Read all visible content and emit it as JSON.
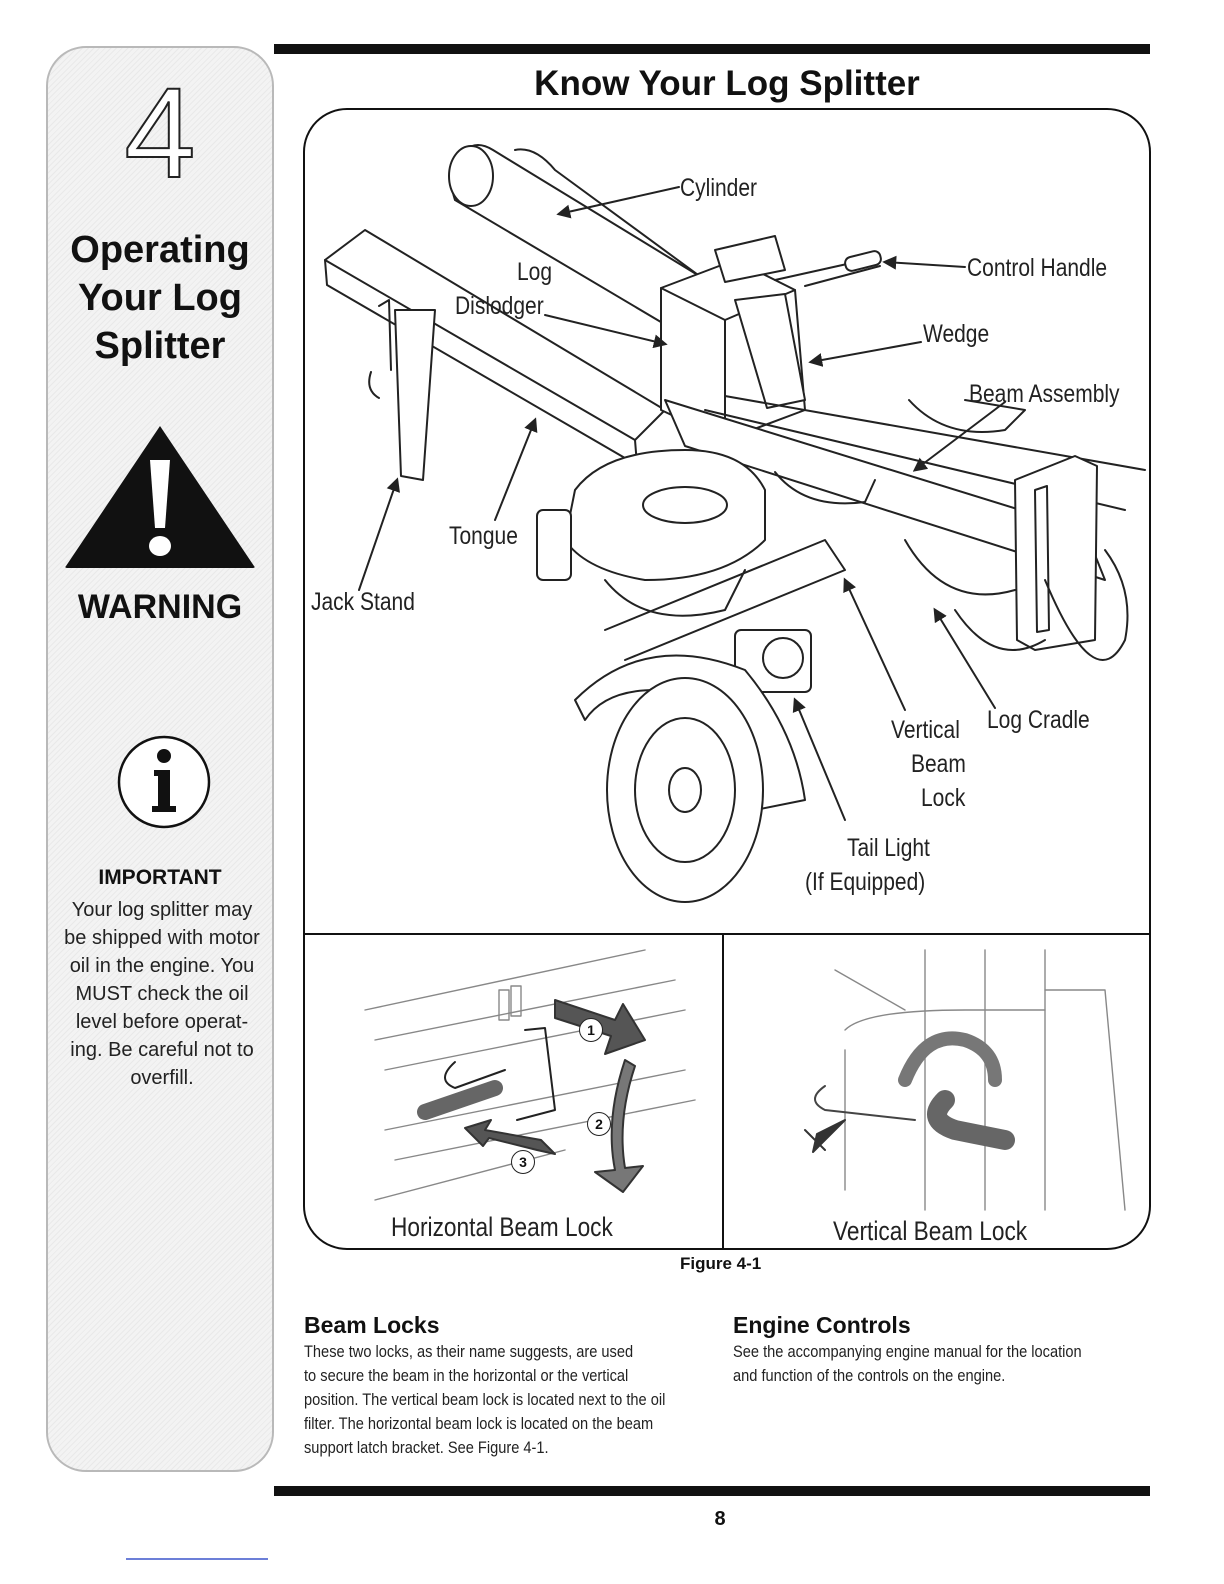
{
  "sidebar": {
    "chapter_number": "4",
    "title_lines": [
      "Operating",
      "Your Log",
      "Splitter"
    ],
    "warning_label": "WARNING",
    "important_label": "IMPORTANT",
    "important_text": "Your log splitter may be shipped with motor oil in the engine. You MUST check the oil level before operat- ing. Be careful not to overfill."
  },
  "page_title": "Know Your Log Splitter",
  "figure": {
    "callouts": {
      "cylinder": "Cylinder",
      "control_handle": "Control Handle",
      "log_dislodger_1": "Log",
      "log_dislodger_2": "Dislodger",
      "wedge": "Wedge",
      "beam_assembly": "Beam Assembly",
      "tongue": "Tongue",
      "jack_stand": "Jack Stand",
      "vertical_beam_lock_1": "Vertical",
      "vertical_beam_lock_2": "Beam",
      "vertical_beam_lock_3": "Lock",
      "log_cradle": "Log Cradle",
      "tail_light_1": "Tail Light",
      "tail_light_2": "(If Equipped)"
    },
    "step_numbers": [
      "1",
      "2",
      "3"
    ],
    "panel_left_caption": "Horizontal Beam Lock",
    "panel_right_caption": "Vertical Beam Lock",
    "caption": "Figure 4-1"
  },
  "sections": {
    "beam_locks": {
      "heading": "Beam Locks",
      "lines": [
        "These two locks, as their name suggests, are used",
        "to secure the beam in the horizontal or the vertical",
        "position. The vertical beam lock is located next to the oil",
        "filter. The horizontal beam lock is located on the beam",
        "support latch bracket. See Figure 4-1."
      ]
    },
    "engine_controls": {
      "heading": "Engine Controls",
      "lines": [
        "See the accompanying engine manual for the location",
        "and function of the controls on the engine."
      ]
    }
  },
  "page_number": "8"
}
